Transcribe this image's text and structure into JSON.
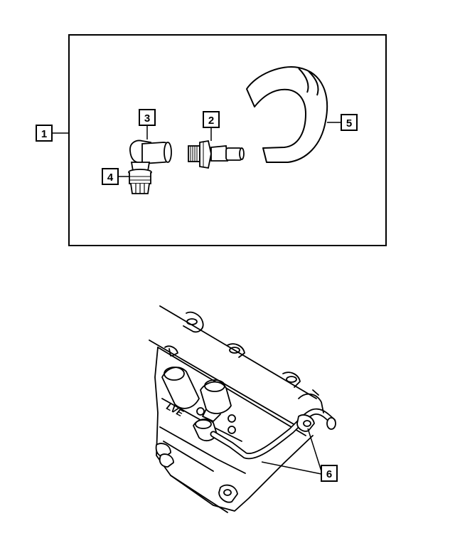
{
  "callouts": {
    "c1": "1",
    "c2": "2",
    "c3": "3",
    "c4": "4",
    "c5": "5",
    "c6": "6"
  },
  "engraving": "LVE",
  "colors": {
    "line": "#000000",
    "background": "#ffffff"
  }
}
